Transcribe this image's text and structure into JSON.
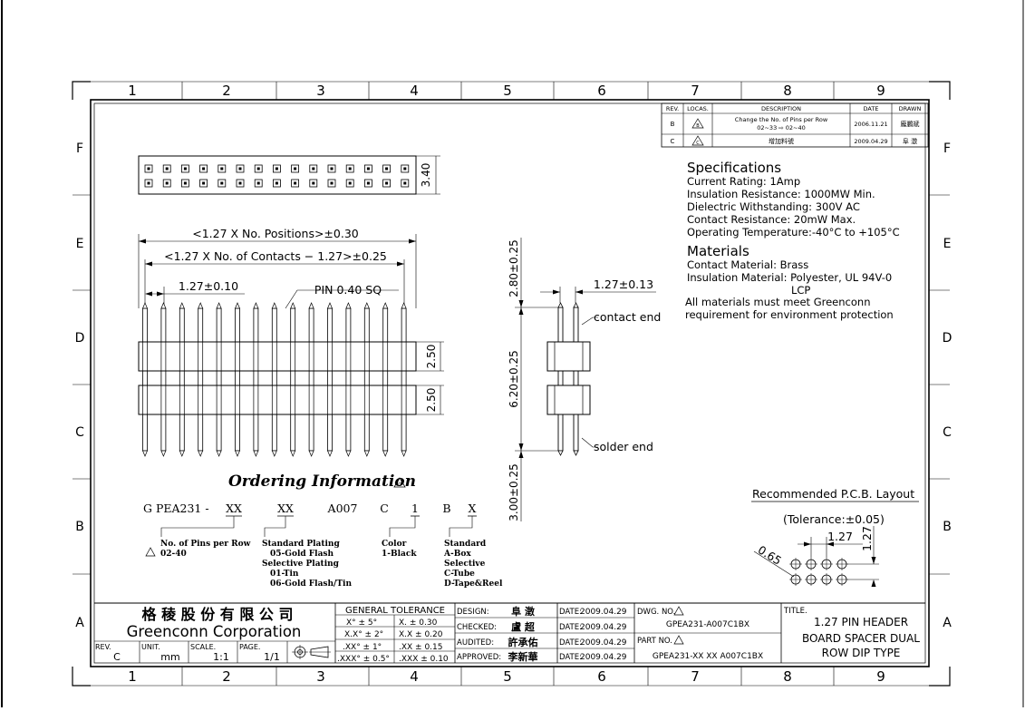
{
  "zone_columns": [
    "1",
    "2",
    "3",
    "4",
    "5",
    "6",
    "7",
    "8",
    "9"
  ],
  "zone_rows": [
    "F",
    "E",
    "D",
    "C",
    "B",
    "A"
  ],
  "revisions": {
    "headers": [
      "REV.",
      "LOCAS.",
      "DESCRIPTION",
      "DATE",
      "DRAWN"
    ],
    "rows": [
      {
        "rev": "B",
        "locas": "B",
        "desc1": "Change the No. of Pins per Row",
        "desc2": "02~33 ⇨ 02~40",
        "date": "2006.11.21",
        "drawn": "龐鵬斌"
      },
      {
        "rev": "C",
        "locas": "C",
        "desc1": "增加料號",
        "desc2": "",
        "date": "2009.04.29",
        "drawn": "阜 澂"
      }
    ]
  },
  "top_view": {
    "dim_height": "3.40"
  },
  "front_view": {
    "dim_positions": "<1.27 X No. Positions>±0.30",
    "dim_contacts": "<1.27 X No. of Contacts − 1.27>±0.25",
    "dim_pitch": "1.27±0.10",
    "pin_note": "PIN 0.40 SQ",
    "dim_upper": "2.50",
    "dim_lower": "2.50"
  },
  "side_view": {
    "dim_top": "2.80±0.25",
    "dim_mid": "6.20±0.25",
    "dim_bot": "3.00±0.25",
    "dim_pitch": "1.27±0.13",
    "contact_end": "contact end",
    "solder_end": "solder end"
  },
  "specs": {
    "title": "Specifications",
    "lines": [
      "Current Rating:   1Amp",
      "Insulation Resistance:   1000MW Min.",
      "Dielectric Withstanding:   300V AC",
      "Contact Resistance:   20mW Max.",
      "Operating Temperature:-40°C to +105°C"
    ],
    "materials_title": "Materials",
    "material_lines": [
      "Contact Material: Brass",
      "Insulation Material: Polyester, UL 94V-0",
      "                              LCP",
      "All materials must meet Greenconn",
      "requirement for environment protection"
    ]
  },
  "ordering": {
    "title": "Ordering Information",
    "code": [
      "G PEA231 -",
      "XX",
      "XX",
      "A007",
      "C",
      "1",
      "B",
      "X"
    ],
    "note_pins": [
      "No. of Pins per Row",
      "02-40"
    ],
    "note_plating": [
      "Standard Plating",
      "05-Gold Flash",
      "Selective Plating",
      "01-Tin",
      "06-Gold Flash/Tin"
    ],
    "note_color": [
      "Color",
      "1-Black"
    ],
    "note_packing": [
      "Standard",
      "A-Box",
      "Selective",
      "C-Tube",
      "D-Tape&Reel"
    ]
  },
  "pcb": {
    "title": "Recommended P.C.B. Layout",
    "tolerance": "(Tolerance:±0.05)",
    "dim_pitch_h": "1.27",
    "dim_pitch_v": "1.27",
    "dim_hole": "0.65"
  },
  "title_block": {
    "company_cn": "格 稜 股 份 有 限 公 司",
    "company_en": "Greenconn Corporation",
    "rev_label": "REV.",
    "rev": "C",
    "unit_label": "UNIT.",
    "unit": "mm",
    "scale_label": "SCALE.",
    "scale": "1:1",
    "page_label": "PAGE.",
    "page": "1/1",
    "gt_title": "GENERAL TOLERANCE",
    "gt_rows": [
      [
        "X° ± 5°",
        "X.    ± 0.30"
      ],
      [
        "X.X° ± 2°",
        "X.X    ± 0.20"
      ],
      [
        ".XX° ± 1°",
        ".XX    ± 0.15"
      ],
      [
        ".XXX° ± 0.5°",
        ".XXX  ± 0.10"
      ]
    ],
    "signoffs": [
      {
        "label": "DESIGN:",
        "name": "阜  澂",
        "date_label": "DATE:",
        "date": "2009.04.29"
      },
      {
        "label": "CHECKED:",
        "name": "盧  超",
        "date_label": "DATE:",
        "date": "2009.04.29"
      },
      {
        "label": "AUDITED:",
        "name": "許承佑",
        "date_label": "DATE:",
        "date": "2009.04.29"
      },
      {
        "label": "APPROVED:",
        "name": "李新華",
        "date_label": "DATE:",
        "date": "2009.04.29"
      }
    ],
    "dwg_label": "DWG. NO.",
    "dwg_no": "GPEA231-A007C1BX",
    "part_label": "PART NO.",
    "part_no": "GPEA231-XX XX A007C1BX",
    "title_label": "TITLE.",
    "title_lines": [
      "1.27 PIN HEADER",
      "BOARD SPACER DUAL",
      "ROW DIP TYPE"
    ]
  }
}
